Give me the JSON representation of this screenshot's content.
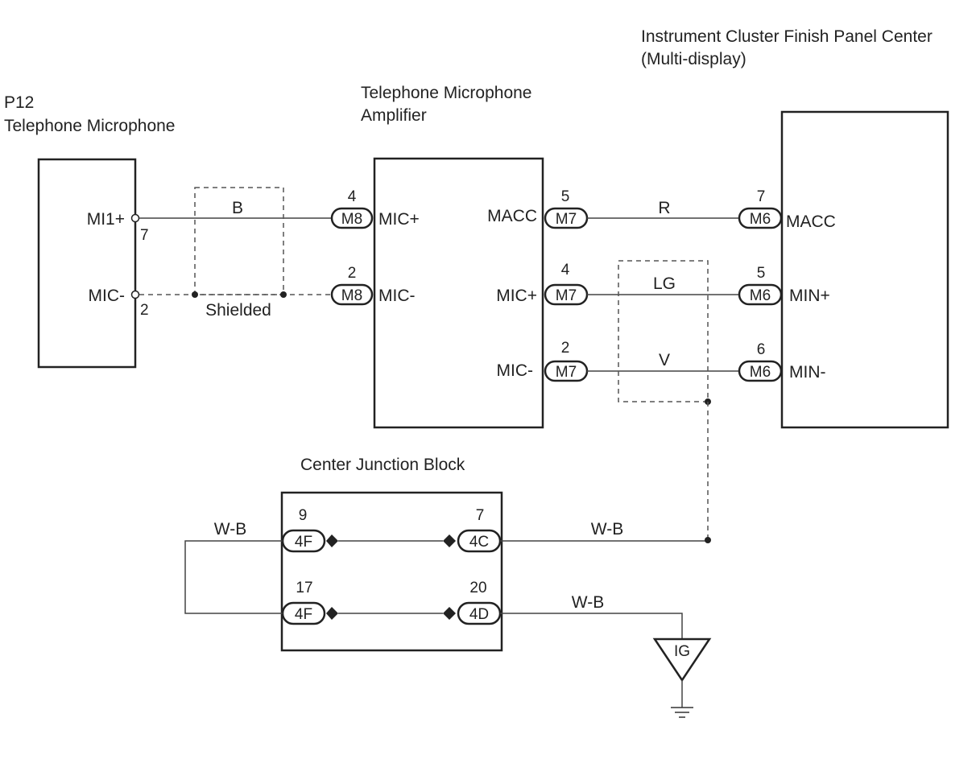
{
  "components": {
    "microphone": {
      "code": "P12",
      "name": "Telephone Microphone"
    },
    "amplifier": {
      "name_line1": "Telephone Microphone",
      "name_line2": "Amplifier"
    },
    "multi_display": {
      "name_line1": "Instrument Cluster Finish Panel Center",
      "name_line2": "(Multi-display)"
    },
    "junction_block": {
      "name": "Center Junction Block"
    },
    "ground": {
      "label": "IG"
    }
  },
  "pins": {
    "mic_mi1_plus": "MI1+",
    "mic_mi1_plus_num": "7",
    "mic_mic_minus": "MIC-",
    "mic_mic_minus_num": "2",
    "amp_mic_plus": "MIC+",
    "amp_mic_minus": "MIC-",
    "amp_macc": "MACC",
    "amp_out_mic_plus": "MIC+",
    "amp_out_mic_minus": "MIC-",
    "disp_macc": "MACC",
    "disp_min_plus": "MIN+",
    "disp_min_minus": "MIN-"
  },
  "connectors": {
    "amp_in_1": {
      "code": "M8",
      "pin": "4"
    },
    "amp_in_2": {
      "code": "M8",
      "pin": "2"
    },
    "amp_out_1": {
      "code": "M7",
      "pin": "5"
    },
    "amp_out_2": {
      "code": "M7",
      "pin": "4"
    },
    "amp_out_3": {
      "code": "M7",
      "pin": "2"
    },
    "disp_1": {
      "code": "M6",
      "pin": "7"
    },
    "disp_2": {
      "code": "M6",
      "pin": "5"
    },
    "disp_3": {
      "code": "M6",
      "pin": "6"
    },
    "jb_1": {
      "code": "4F",
      "pin": "9"
    },
    "jb_2": {
      "code": "4C",
      "pin": "7"
    },
    "jb_3": {
      "code": "4F",
      "pin": "17"
    },
    "jb_4": {
      "code": "4D",
      "pin": "20"
    }
  },
  "wires": {
    "mic_plus_color": "B",
    "shield_label": "Shielded",
    "macc_color": "R",
    "min_plus_color": "LG",
    "min_minus_color": "V",
    "jb_left_color": "W-B",
    "jb_right_color": "W-B",
    "ground_color": "W-B"
  }
}
